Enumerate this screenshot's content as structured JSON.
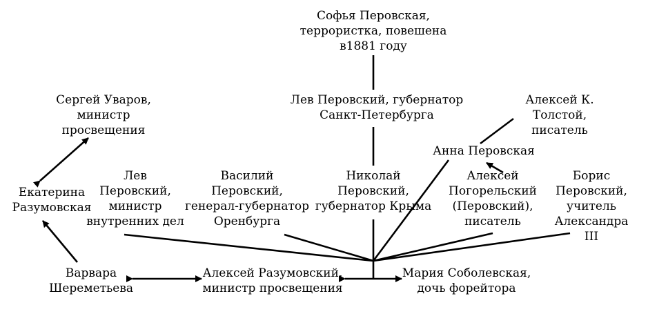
{
  "nodes": {
    "sofya": "Софья Перовская,\nтеррористка, повешена\nв1881 году",
    "uvarov": "Сергей Уваров,\nминистр\nпросвещения",
    "lev_gov": "Лев Перовский, губернатор\nСанкт-Петербурга",
    "tolstoy": "Алексей К. Толстой,\nписатель",
    "anna": "Анна Перовская",
    "ekaterina": "Екатерина\nРазумовская",
    "lev_min": "Лев\nПеровский,\nминистр\nвнутренних дел",
    "vasily": "Василий\nПеровский,\nгенерал-губернатор\nОренбурга",
    "nikolai": "Николай\nПеровский,\nгубернатор Крыма",
    "pogorelsky": "Алексей\nПогорельский\n(Перовский),\nписатель",
    "boris": "Борис\nПеровский,\nучитель\nАлександра III",
    "varvara": "Варвара\nШереметьева",
    "razumovsky": "Алексей Разумовский,\nминистр просвещения",
    "maria": "Мария Соболевская,\nдочь форейтора"
  },
  "colors": {
    "ink": "#000000",
    "background": "#ffffff"
  }
}
